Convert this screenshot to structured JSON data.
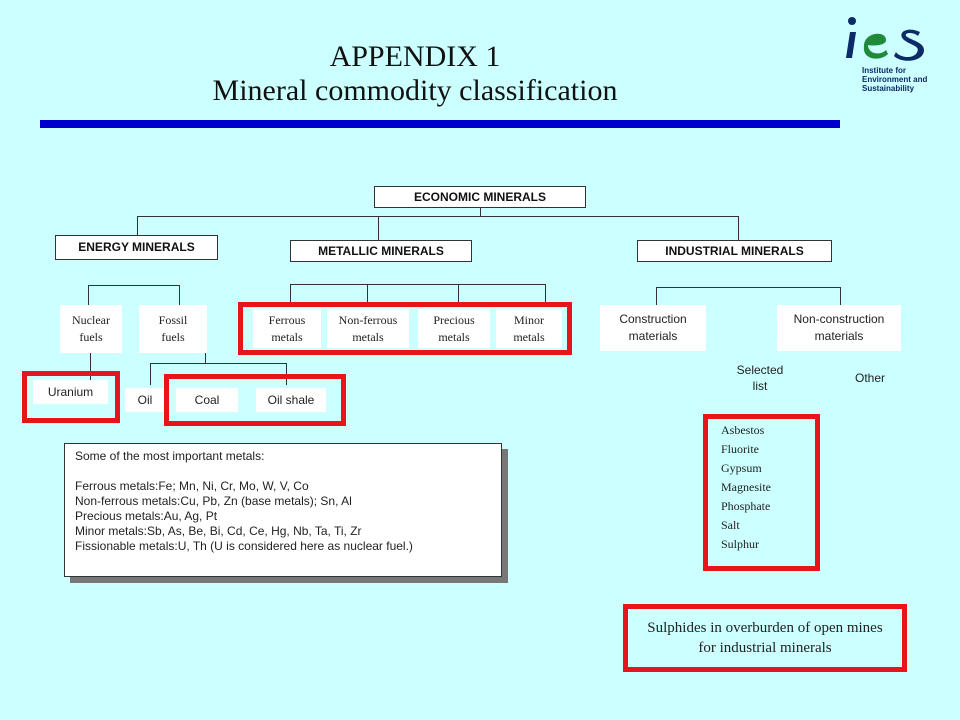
{
  "header": {
    "title_line1": "APPENDIX 1",
    "title_line2": "Mineral commodity classification"
  },
  "logo": {
    "mark": "ies",
    "text_lines": [
      "Institute for",
      "Environment and",
      "Sustainability"
    ],
    "colors": {
      "i": "#0b2a66",
      "e": "#1e8a3a",
      "s": "#0b2a66"
    }
  },
  "diagram": {
    "root": "ECONOMIC MINERALS",
    "categories": {
      "energy": "ENERGY  MINERALS",
      "metallic": "METALLIC MINERALS",
      "industrial": "INDUSTRIAL MINERALS"
    },
    "energy": {
      "nuclear": "Nuclear fuels",
      "fossil": "Fossil fuels",
      "uranium": "Uranium",
      "oil": "Oil",
      "coal": "Coal",
      "oil_shale": "Oil shale"
    },
    "metallic": {
      "ferrous": "Ferrous metals",
      "non_ferrous": "Non-ferrous metals",
      "precious": "Precious metals",
      "minor": "Minor metals"
    },
    "industrial": {
      "construction": "Construction materials",
      "non_construction": "Non-construction materials",
      "selected": "Selected list",
      "other": "Other",
      "selected_items": [
        "Asbestos",
        "Fluorite",
        "Gypsum",
        "Magnesite",
        "Phosphate",
        "Salt",
        "Sulphur"
      ]
    }
  },
  "note": {
    "heading": "Some of the most important metals:",
    "lines": [
      "Ferrous metals:Fe; Mn, Ni, Cr, Mo, W, V, Co",
      "Non-ferrous metals:Cu, Pb, Zn (base metals); Sn, Al",
      "Precious metals:Au, Ag, Pt",
      "Minor metals:Sb, As, Be, Bi, Cd, Ce, Hg, Nb, Ta, Ti, Zr",
      "Fissionable metals:U, Th (U is considered here as nuclear fuel.)"
    ]
  },
  "callout": "Sulphides in overburden of open mines for industrial minerals",
  "colors": {
    "background": "#ccffff",
    "title_bar": "#0000cc",
    "highlight": "#e8141a"
  }
}
